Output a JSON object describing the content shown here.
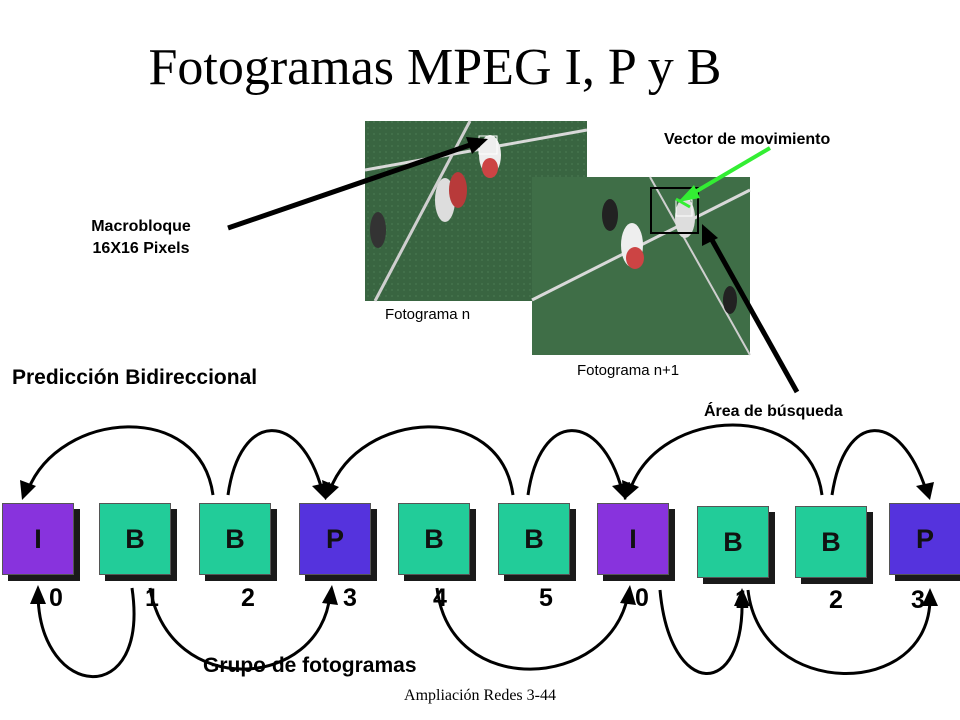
{
  "title": "Fotogramas MPEG I, P y B",
  "labels": {
    "macroblock_line1": "Macrobloque",
    "macroblock_line2": "16X16 Pixels",
    "motion_vector": "Vector de movimiento",
    "frame_n": "Fotograma n",
    "frame_n1": "Fotograma n+1",
    "search_area": "Área de búsqueda",
    "bidirectional": "Predicción Bidireccional",
    "gop": "Grupo de fotogramas"
  },
  "footer": "Ampliación Redes 3-44",
  "colors": {
    "I": "#8833dd",
    "B": "#22cc99",
    "P": "#5533dd",
    "field": "#3d6b45",
    "arrow_green": "#33ee33"
  },
  "frames": [
    {
      "type": "I",
      "index": "0"
    },
    {
      "type": "B",
      "index": "1"
    },
    {
      "type": "B",
      "index": "2"
    },
    {
      "type": "P",
      "index": "3"
    },
    {
      "type": "B",
      "index": "4"
    },
    {
      "type": "B",
      "index": "5"
    },
    {
      "type": "I",
      "index": "0"
    },
    {
      "type": "B",
      "index": "1"
    },
    {
      "type": "B",
      "index": "2"
    },
    {
      "type": "P",
      "index": "3"
    }
  ]
}
